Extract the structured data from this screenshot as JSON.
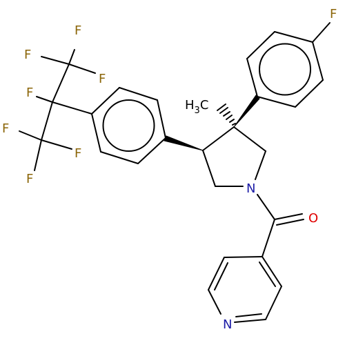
{
  "molecule": {
    "atoms": {
      "F1": "F",
      "F2": "F",
      "F3": "F",
      "F4": "F",
      "F5": "F",
      "F6": "F",
      "F7": "F",
      "F8": "F",
      "ring_N": "N",
      "pyridine_N": "N",
      "carbonyl_O": "O",
      "methyl": "H",
      "methyl_sub": "3",
      "methyl_C": "C"
    },
    "colors": {
      "fluorine": "#8B6508",
      "nitrogen": "#1a1aa6",
      "oxygen": "#e00000",
      "carbon": "#000000"
    }
  }
}
